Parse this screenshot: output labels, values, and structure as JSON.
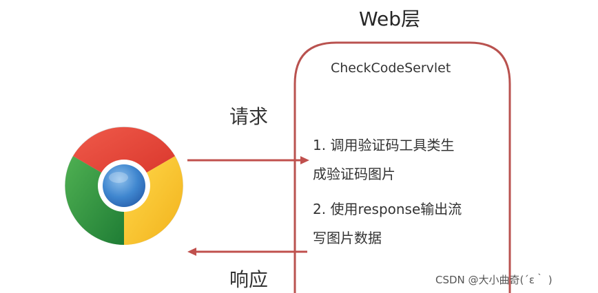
{
  "diagram": {
    "layer_title": "Web层",
    "servlet_name": "CheckCodeServlet",
    "request_label": "请求",
    "response_label": "响应",
    "steps": [
      {
        "line1": "1. 调用验证码工具类生",
        "line2": "成验证码图片"
      },
      {
        "line1": "2. 使用response输出流",
        "line2": "写图片数据"
      }
    ],
    "browser_icon": "chrome-browser-icon",
    "arrow_color": "#c0504d"
  },
  "watermark": "CSDN @大小曲奇(´ε｀ )"
}
